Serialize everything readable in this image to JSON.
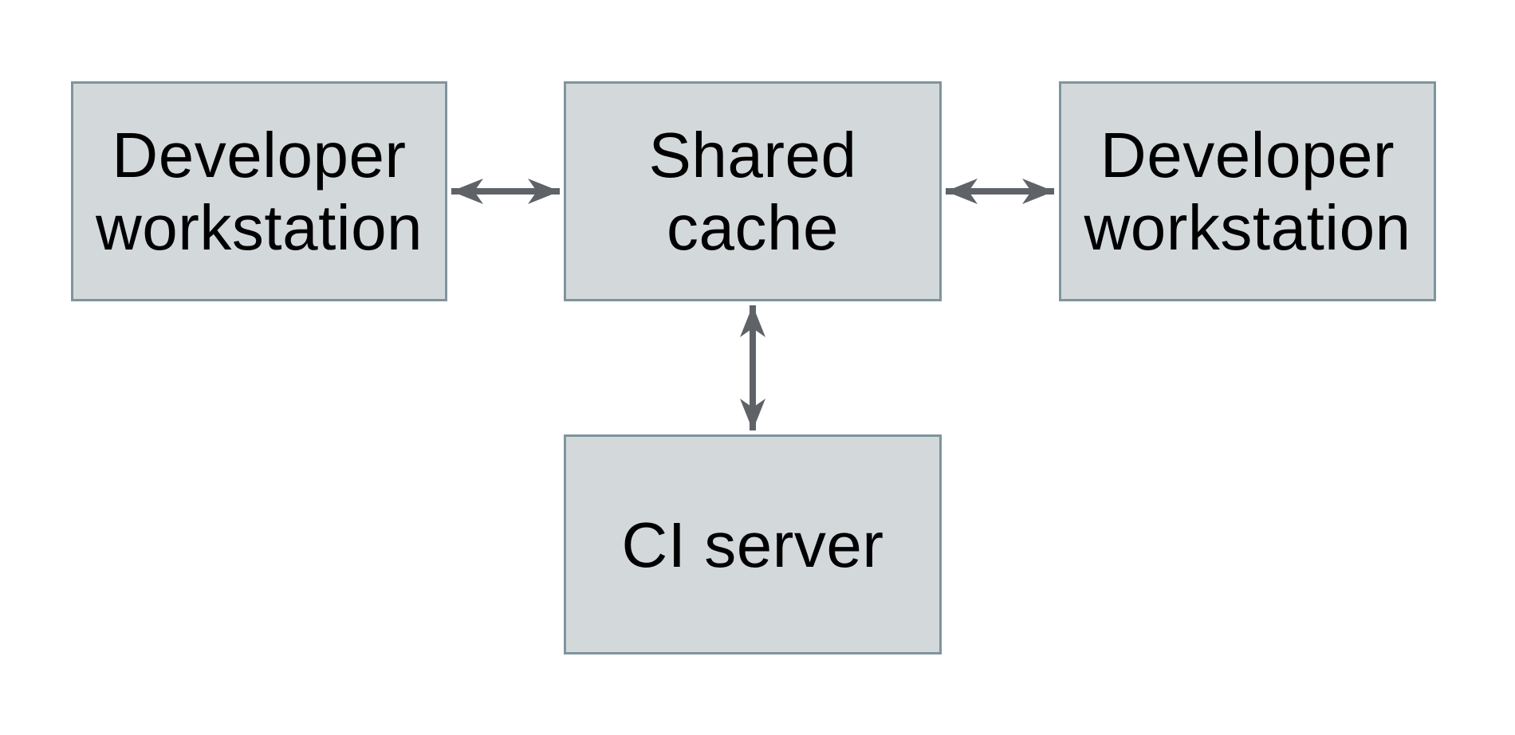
{
  "diagram": {
    "type": "architecture-diagram",
    "colors": {
      "background": "#ffffff",
      "box_fill": "#d3d9db",
      "box_border": "#7f949e",
      "arrow": "#5f6368",
      "text": "#000000"
    },
    "nodes": [
      {
        "id": "developer-workstation-left",
        "label": "Developer workstation",
        "lines": [
          "Developer",
          "workstation"
        ]
      },
      {
        "id": "shared-cache",
        "label": "Shared cache",
        "lines": [
          "Shared",
          "cache"
        ]
      },
      {
        "id": "developer-workstation-right",
        "label": "Developer workstation",
        "lines": [
          "Developer",
          "workstation"
        ]
      },
      {
        "id": "ci-server",
        "label": "CI server",
        "lines": [
          "CI server"
        ]
      }
    ],
    "edges": [
      {
        "from": "developer-workstation-left",
        "to": "shared-cache",
        "direction": "bidirectional",
        "orientation": "horizontal"
      },
      {
        "from": "shared-cache",
        "to": "developer-workstation-right",
        "direction": "bidirectional",
        "orientation": "horizontal"
      },
      {
        "from": "shared-cache",
        "to": "ci-server",
        "direction": "bidirectional",
        "orientation": "vertical"
      }
    ]
  }
}
